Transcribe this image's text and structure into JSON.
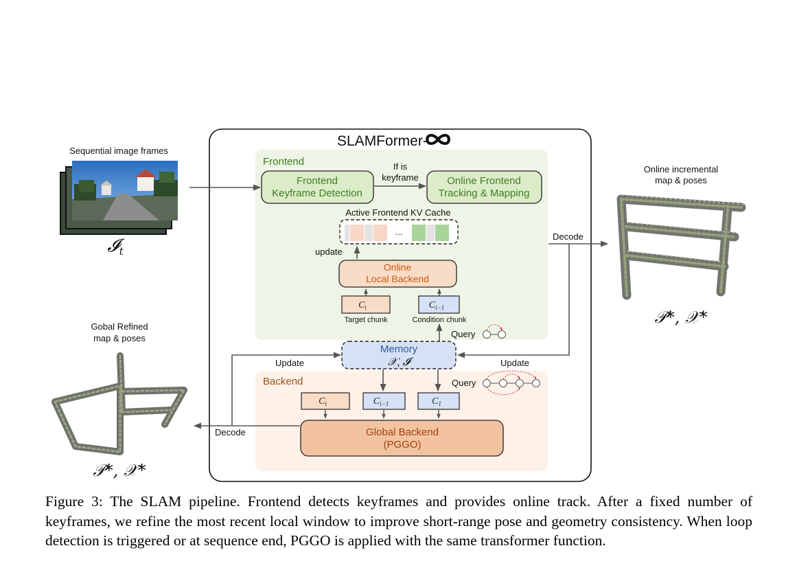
{
  "title": "SLAMFormer-",
  "input": {
    "label": "Sequential image frames",
    "symbol": "𝓘",
    "symbol_sub": "t"
  },
  "frontend": {
    "section_label": "Frontend",
    "keyframe_detection": [
      "Frontend",
      "Keyframe Detection"
    ],
    "condition_label": [
      "If is",
      "keyframe"
    ],
    "tracking_mapping": [
      "Online Frontend",
      "Tracking & Mapping"
    ],
    "kv_cache_label": "Active Frontend KV Cache",
    "kv_cache_ellipsis": "...",
    "update_label": "update",
    "local_backend": [
      "Online",
      "Local Backend"
    ],
    "target_chunk": {
      "symbol": "C",
      "sub": "i",
      "caption": "Target chunk"
    },
    "condition_chunk": {
      "symbol": "C",
      "sub": "i−1",
      "caption": "Condition chunk"
    },
    "query_label": "Query"
  },
  "memory": {
    "label": "Memory",
    "symbols": "𝒳, 𝓘"
  },
  "backend": {
    "section_label": "Backend",
    "query_label": "Query",
    "chunks": [
      {
        "symbol": "C",
        "sub": "i"
      },
      {
        "symbol": "C",
        "sub": "i−1"
      },
      {
        "symbol": "C",
        "sub": "1"
      }
    ],
    "global_backend": [
      "Global Backend",
      "(PGGO)"
    ]
  },
  "flow_labels": {
    "update_left": "Update",
    "update_right": "Update",
    "decode_right": "Decode",
    "decode_left": "Decode"
  },
  "outputs": {
    "online": {
      "label": [
        "Online incremental",
        "map & poses"
      ],
      "symbol": "𝒫*, 𝒳*"
    },
    "global": {
      "label": [
        "Gobal Refined",
        "map & poses"
      ],
      "symbol": "𝒫*, 𝒳*"
    }
  },
  "caption": "Figure 3: The SLAM pipeline. Frontend detects keyframes and provides online track. After a fixed number of keyframes, we refine the most recent local window to improve short-range pose and geometry consistency. When loop detection is triggered or at sequence end, PGGO is applied with the same transformer function.",
  "colors": {
    "frontend_bg": "#eef5e6",
    "frontend_box": "#dcecc9",
    "frontend_text": "#3f7d23",
    "backend_bg": "#fdf1e8",
    "local_backend_box": "#f9dcc6",
    "global_backend_box": "#f3c3a1",
    "backend_text": "#c85a10",
    "memory_box": "#d6e1f5",
    "memory_text": "#2c5aa0",
    "cache_green": "#a9d49a",
    "cache_pink": "#f8d6c6",
    "query_red": "#d03030"
  }
}
